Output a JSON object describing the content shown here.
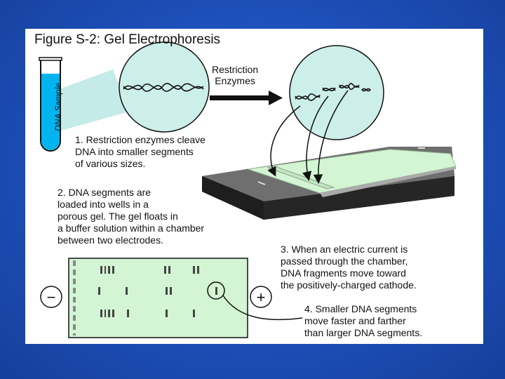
{
  "figure": {
    "title": "Figure S-2: Gel Electrophoresis",
    "tube_label": "DNA Sample",
    "enzyme_label": "Restriction\nEnzymes",
    "steps": [
      "1. Restriction enzymes cleave\nDNA into smaller segments\nof various sizes.",
      "2. DNA segments are\nloaded into wells in a\nporous gel.  The gel floats in\na buffer solution within a chamber\nbetween two electrodes.",
      "3. When an electric current is\npassed through the chamber,\nDNA fragments move toward\nthe positively-charged cathode.",
      "4. Smaller DNA segments\nmove faster and farther\nthan larger DNA segments."
    ],
    "electrode_negative": "−",
    "electrode_positive": "+"
  },
  "colors": {
    "background": "#1d4fb8",
    "liquid": "#00b4f0",
    "gel": "#d3f5d3",
    "circle_fill": "#ccefe9",
    "chamber": "#3a3a3a"
  }
}
